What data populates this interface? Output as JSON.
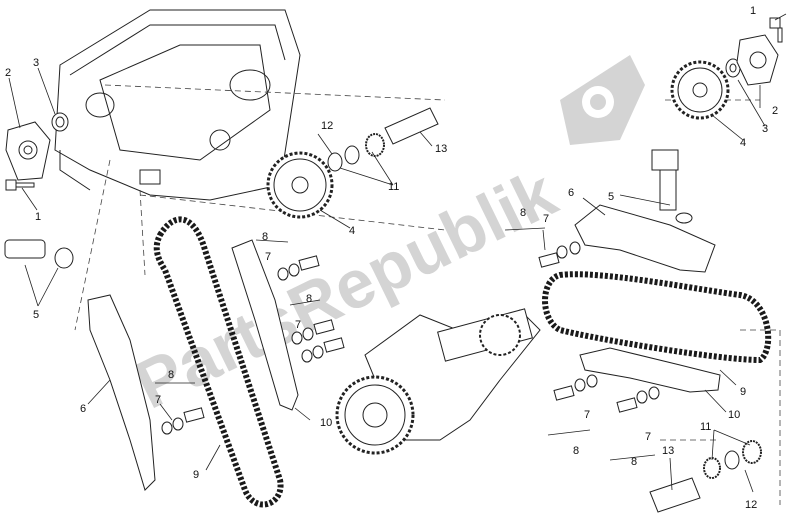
{
  "watermark": {
    "text": "PartsRepublik",
    "logo_icon": "gear-icon",
    "color": "#d4d4d4"
  },
  "callouts": [
    "1",
    "2",
    "3",
    "1",
    "5",
    "6",
    "7",
    "8",
    "7",
    "8",
    "7",
    "8",
    "9",
    "10",
    "12",
    "11",
    "4",
    "13",
    "6",
    "5",
    "7",
    "8",
    "7",
    "8",
    "7",
    "8",
    "9",
    "10",
    "11",
    "12",
    "13",
    "1",
    "2",
    "3",
    "4"
  ],
  "colors": {
    "line": "#222222",
    "part_fill": "#ffffff",
    "chain": "#1a1a1a"
  }
}
